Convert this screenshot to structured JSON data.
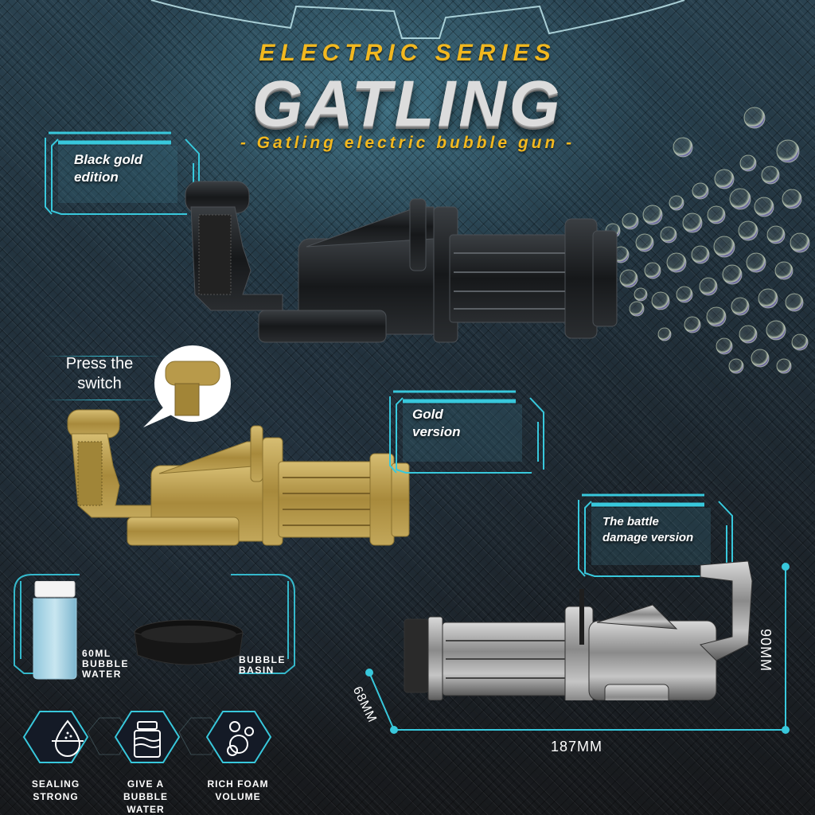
{
  "header": {
    "series": "ELECTRIC SERIES",
    "title": "GATLING",
    "subtitle": "- Gatling electric bubble gun -"
  },
  "colors": {
    "accent_cyan": "#38c8dc",
    "title_gold": "#f2b81f",
    "title_silver": "#dcdcdc",
    "background_dark": "#1b2229"
  },
  "editions": [
    {
      "label_line1": "Black gold",
      "label_line2": "edition",
      "gun_color": "#1e2124"
    },
    {
      "label_line1": "Gold",
      "label_line2": "version",
      "gun_color": "#b89a4a"
    },
    {
      "label_line1": "The battle",
      "label_line2": "damage version",
      "gun_color": "#9a9a9a"
    }
  ],
  "callout": {
    "line1": "Press the",
    "line2": "switch"
  },
  "accessories": [
    {
      "line1": "60ML",
      "line2": "BUBBLE",
      "line3": "WATER",
      "icon": "bottle-icon"
    },
    {
      "line1": "BUBBLE",
      "line2": "BASIN",
      "icon": "basin-icon"
    }
  ],
  "features": [
    {
      "line1": "SEALING",
      "line2": "STRONG",
      "icon": "water-drop-icon"
    },
    {
      "line1": "GIVE A",
      "line2": "BUBBLE",
      "line3": "WATER",
      "icon": "jar-icon"
    },
    {
      "line1": "RICH FOAM",
      "line2": "VOLUME",
      "icon": "bubbles-icon"
    }
  ],
  "dimensions": {
    "length": "187MM",
    "height": "90MM",
    "width": "68MM"
  }
}
